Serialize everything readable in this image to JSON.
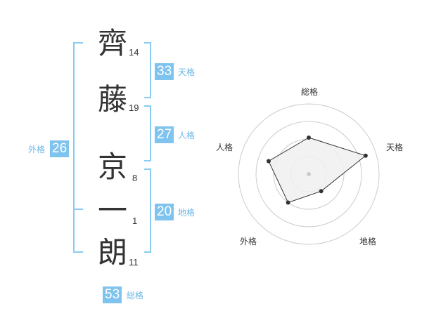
{
  "name": {
    "characters": [
      {
        "char": "齊",
        "strokes": "14"
      },
      {
        "char": "藤",
        "strokes": "19"
      },
      {
        "char": "京",
        "strokes": "8"
      },
      {
        "char": "一",
        "strokes": "1"
      },
      {
        "char": "朗",
        "strokes": "11"
      }
    ]
  },
  "fortune": {
    "tenkaku": {
      "value": "33",
      "label": "天格"
    },
    "jinkaku": {
      "value": "27",
      "label": "人格"
    },
    "chikaku": {
      "value": "20",
      "label": "地格"
    },
    "gaikaku": {
      "value": "26",
      "label": "外格"
    },
    "soukaku": {
      "value": "53",
      "label": "総格"
    }
  },
  "radar": {
    "axes": [
      "総格",
      "天格",
      "地格",
      "外格",
      "人格"
    ],
    "levels": [
      0.52,
      0.85,
      0.3,
      0.5,
      0.6
    ],
    "ring_count": 4,
    "colors": {
      "ring": "#cccccc",
      "fill": "#f0f0f0",
      "line": "#333333",
      "point": "#333333",
      "center": "#cccccc"
    }
  },
  "colors": {
    "accent": "#7fc4ee",
    "accent_text": "#68b7e5",
    "bracket": "#8acbf0",
    "text": "#333333"
  }
}
